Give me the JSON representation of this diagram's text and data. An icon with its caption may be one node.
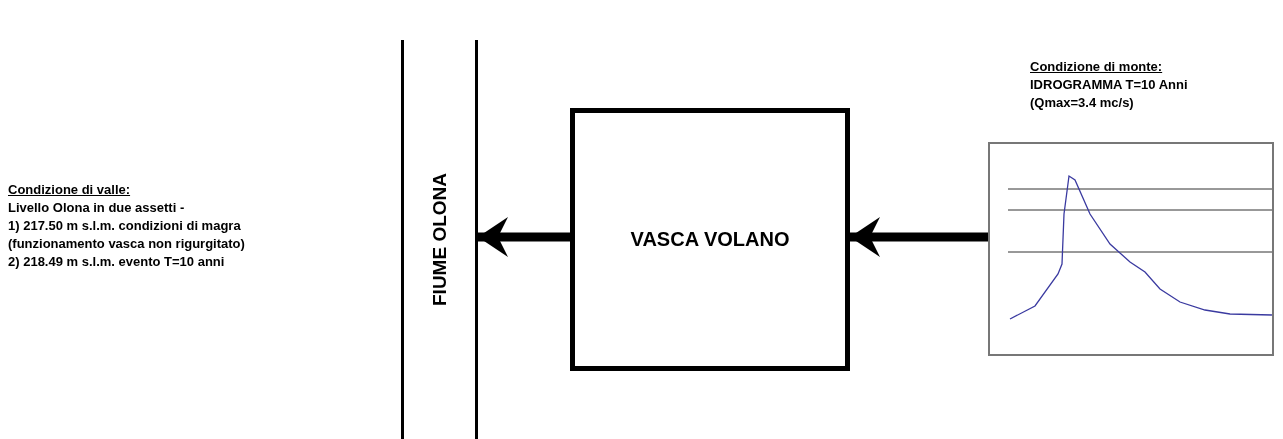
{
  "diagram": {
    "nodes": [
      {
        "text": [
          "FIUME OLONA"
        ]
      },
      {
        "text": [
          "VASCA VOLANO"
        ]
      },
      {
        "text": [],
        "shape": "picture",
        "beside": [
          "Condizione di monte:",
          "IDROGRAMMA T=10 Anni",
          "(Qmax=3.4 mc/s)"
        ]
      }
    ],
    "edges": [
      {
        "from": 2,
        "to": 1,
        "arrow": "to"
      },
      {
        "from": 1,
        "to": 0,
        "arrow": "to"
      }
    ],
    "labels": [
      "Condizione di valle:",
      "Livello Olona in due assetti -",
      "1) 217.50 m s.l.m. condizioni di magra",
      "(funzionamento vasca non rigurgitato)",
      "2) 218.49 m s.l.m. evento T=10 anni"
    ]
  }
}
